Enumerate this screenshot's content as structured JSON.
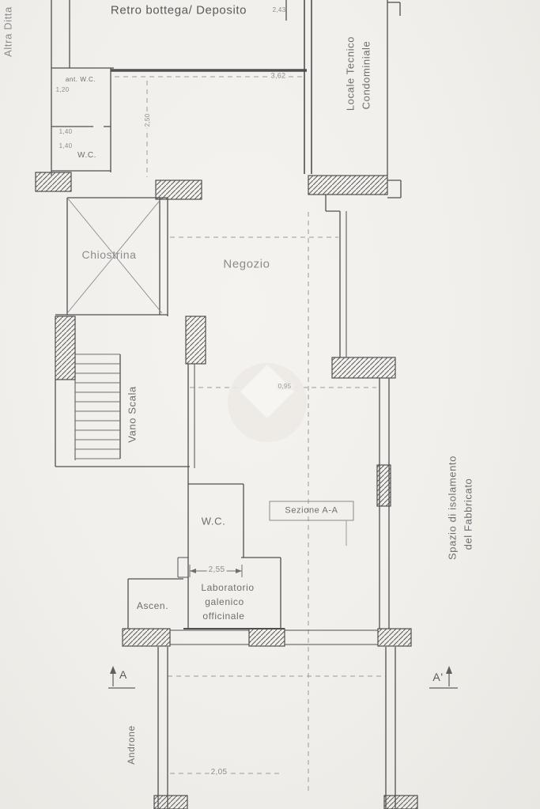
{
  "labels": {
    "retro_bottega": "Retro bottega/ Deposito",
    "altra_ditta": "Altra Ditta",
    "locale_tecnico_line1": "Locale Tecnico",
    "locale_tecnico_line2": "Condominiale",
    "ant_wc": "ant. W.C.",
    "wc_top": "W.C.",
    "chiostrina": "Chiostrina",
    "negozio": "Negozio",
    "vano_scala": "Vano Scala",
    "wc_lower": "W.C.",
    "sezione": "Sezione A-A",
    "laboratorio_line1": "Laboratorio",
    "laboratorio_line2": "galenico",
    "laboratorio_line3": "officinale",
    "ascensore": "Ascen.",
    "androne": "Androne",
    "spazio_line1": "Spazio di isolamento",
    "spazio_line2": "del Fabbricato",
    "marker_a": "A",
    "marker_a_prime": "A'"
  },
  "dimensions": {
    "dim_243": "2,43",
    "dim_362": "3,62",
    "dim_120": "1,20",
    "dim_140_a": "1,40",
    "dim_140_b": "1,40",
    "dim_250": "2,50",
    "dim_095": "0,95",
    "dim_255": "2,55",
    "dim_205": "2,05"
  }
}
